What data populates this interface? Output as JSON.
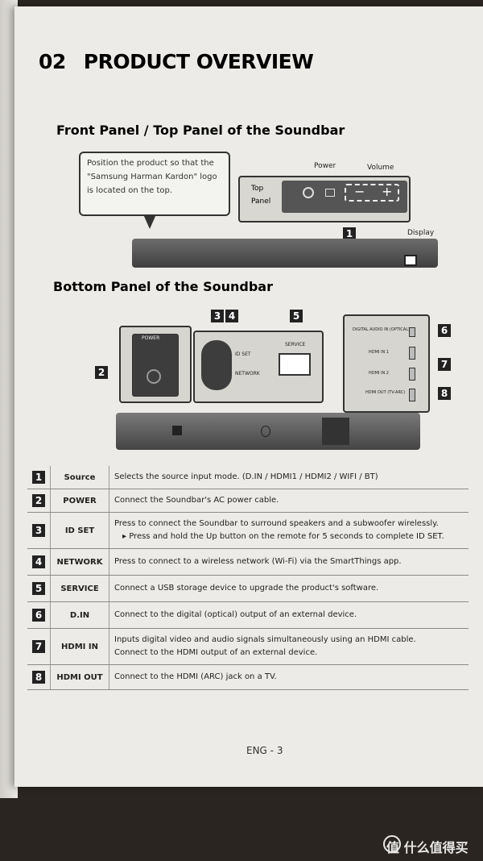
{
  "page": {
    "section_number": "02",
    "section_title": "PRODUCT OVERVIEW",
    "front_heading": "Front Panel / Top Panel of the Soundbar",
    "bottom_heading": "Bottom Panel of the Soundbar",
    "footer": "ENG - 3"
  },
  "front": {
    "callout_text": "Position the product so that the \"Samsung Harman Kardon\" logo is located on the top.",
    "top_panel_label": "Top Panel",
    "power_label": "Power",
    "volume_label": "Volume",
    "display_label": "Display",
    "source_badge": "1"
  },
  "bottom": {
    "badges": [
      "2",
      "3",
      "4",
      "5",
      "6",
      "7",
      "8"
    ],
    "port_labels": [
      "POWER",
      "ID SET",
      "NETWORK",
      "SERVICE",
      "DIGITAL AUDIO IN (OPTICAL)",
      "HDMI IN 1",
      "HDMI IN 2",
      "HDMI OUT (TV-ARC)"
    ]
  },
  "table": [
    {
      "num": "1",
      "name": "Source",
      "desc": [
        "Selects the source input mode. (D.IN / HDMI1 / HDMI2 / WIFI / BT)"
      ]
    },
    {
      "num": "2",
      "name": "POWER",
      "desc": [
        "Connect the Soundbar's AC power cable."
      ]
    },
    {
      "num": "3",
      "name": "ID SET",
      "desc": [
        "Press to connect the Soundbar to surround speakers and a subwoofer wirelessly."
      ],
      "sub": "Press and hold the Up button on the remote for 5 seconds to complete ID SET."
    },
    {
      "num": "4",
      "name": "NETWORK",
      "desc": [
        "Press to connect to a wireless network (Wi-Fi) via the SmartThings app."
      ]
    },
    {
      "num": "5",
      "name": "SERVICE",
      "desc": [
        "Connect a USB storage device to upgrade the product's software."
      ]
    },
    {
      "num": "6",
      "name": "D.IN",
      "desc": [
        "Connect to the digital (optical) output of an external device."
      ]
    },
    {
      "num": "7",
      "name": "HDMI IN",
      "desc": [
        "Inputs digital video and audio signals simultaneously using an HDMI cable.",
        "Connect to the HDMI output of an external device."
      ]
    },
    {
      "num": "8",
      "name": "HDMI OUT",
      "desc": [
        "Connect to the HDMI (ARC) jack on a TV."
      ]
    }
  ],
  "watermark": "值 什么值得买"
}
